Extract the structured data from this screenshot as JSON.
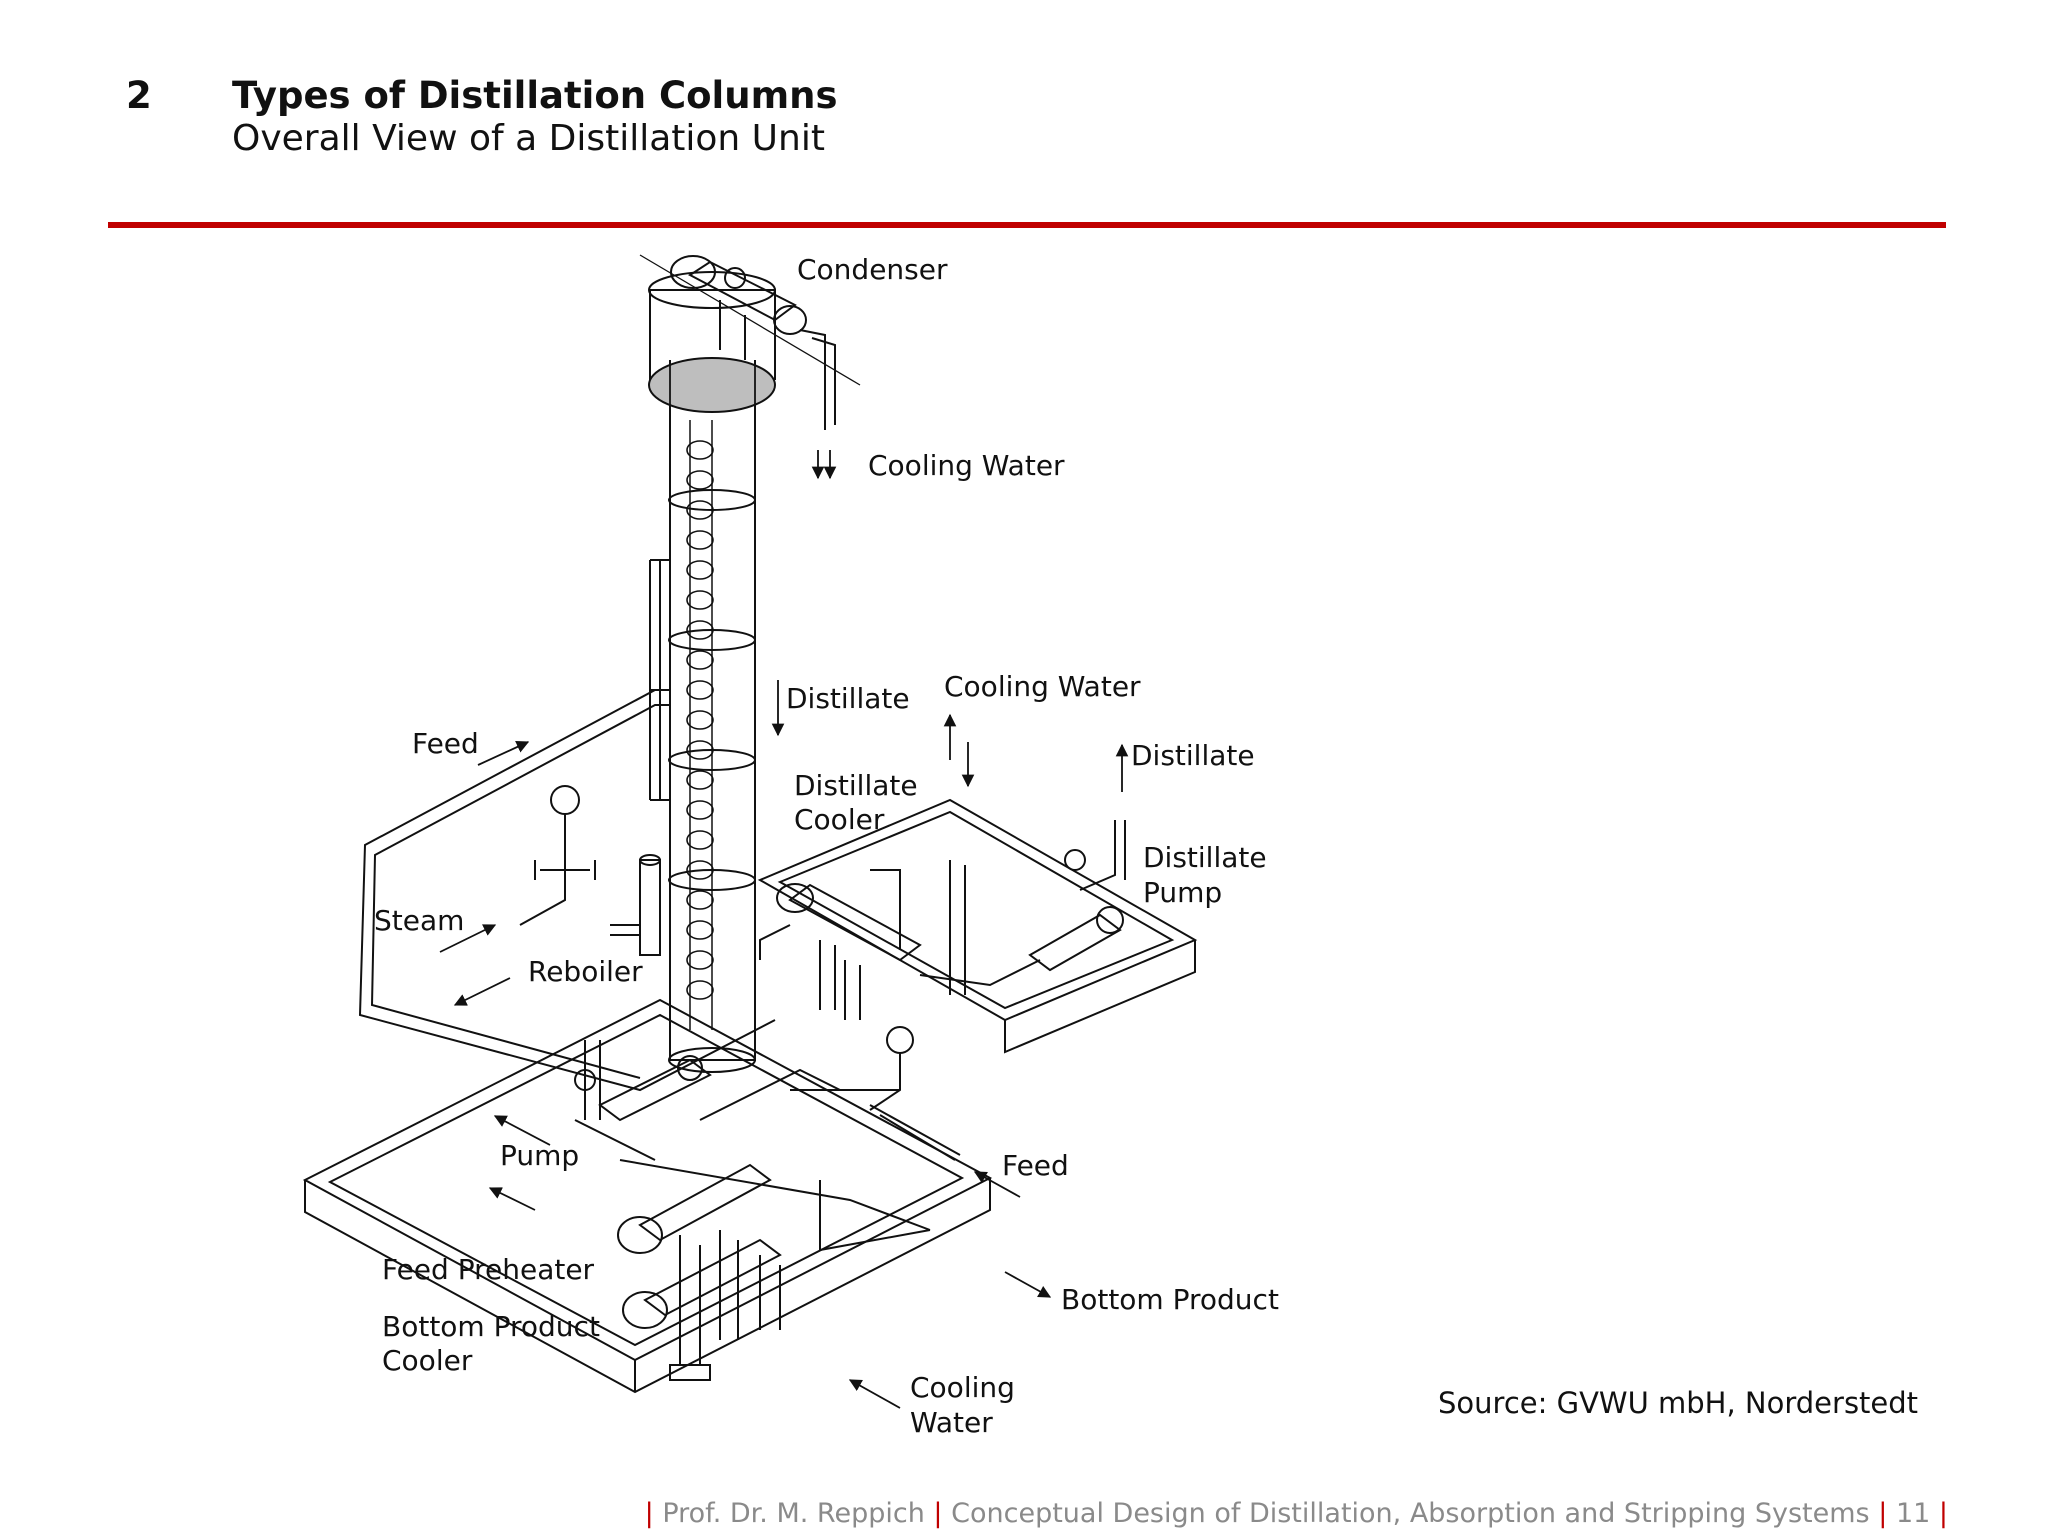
{
  "header": {
    "section_number": "2",
    "title": "Types of Distillation Columns",
    "subtitle": "Overall View of a Distillation Unit"
  },
  "diagram": {
    "labels": {
      "condenser": "Condenser",
      "cooling_water_top": "Cooling Water",
      "distillate_down": "Distillate",
      "cooling_water_cooler": "Cooling Water",
      "distillate_up": "Distillate",
      "distillate_cooler_1": "Distillate",
      "distillate_cooler_2": "Cooler",
      "distillate_pump_1": "Distillate",
      "distillate_pump_2": "Pump",
      "feed_left": "Feed",
      "steam": "Steam",
      "reboiler": "Reboiler",
      "pump": "Pump",
      "feed_right": "Feed",
      "feed_preheater": "Feed Preheater",
      "bottom_product_cooler_1": "Bottom Product",
      "bottom_product_cooler_2": "Cooler",
      "bottom_product": "Bottom Product",
      "cooling_water_bottom_1": "Cooling",
      "cooling_water_bottom_2": "Water"
    },
    "source": "Source: GVWU mbH, Norderstedt"
  },
  "footer": {
    "author": "Prof. Dr. M. Reppich",
    "course": "Conceptual Design of Distillation, Absorption and Stripping Systems",
    "page": "11"
  },
  "colors": {
    "accent": "#c00000",
    "footer_text": "#8a8a8a",
    "ink": "#111111"
  }
}
